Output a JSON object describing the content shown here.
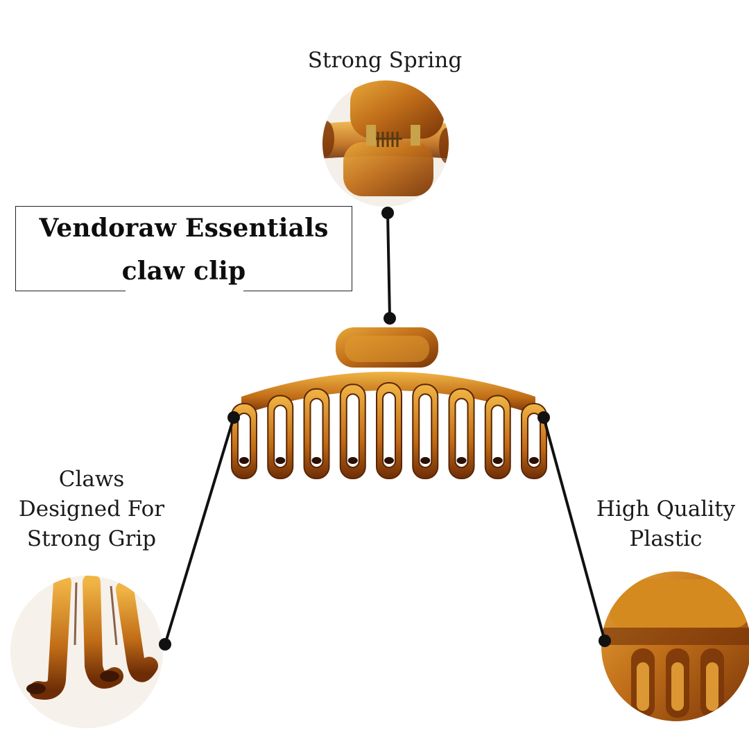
{
  "product_title": {
    "line1": "Vendoraw Essentials",
    "line2": "claw clip"
  },
  "callouts": {
    "spring": "Strong Spring",
    "claws": "Claws\nDesigned For\nStrong Grip",
    "plastic": "High Quality\nPlastic"
  },
  "colors": {
    "tortoise_light": "#d9921c",
    "tortoise_mid": "#b8650f",
    "tortoise_dark": "#6b2c06",
    "leader_line": "#111111"
  }
}
